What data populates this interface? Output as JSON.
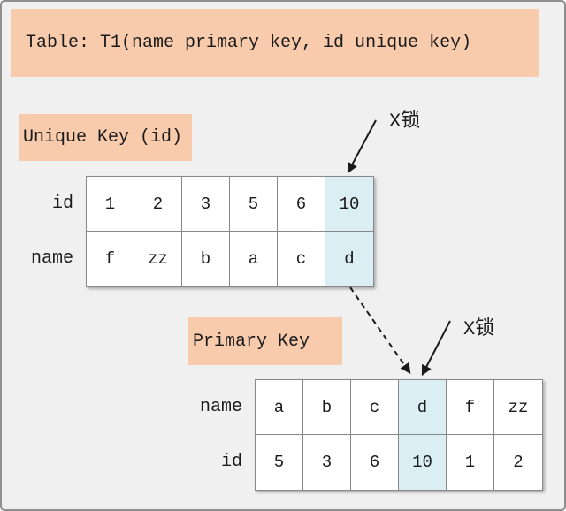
{
  "title": "Table: T1(name primary key, id unique key)",
  "sections": {
    "unique_key": {
      "heading": "Unique Key (id)"
    },
    "primary_key": {
      "heading": "Primary Key"
    }
  },
  "tables": [
    {
      "name": "unique-key-index",
      "rows": [
        {
          "label": "id",
          "cells": [
            "1",
            "2",
            "3",
            "5",
            "6",
            "10"
          ]
        },
        {
          "label": "name",
          "cells": [
            "f",
            "zz",
            "b",
            "a",
            "c",
            "d"
          ]
        }
      ],
      "highlighted_column": 5
    },
    {
      "name": "primary-key-index",
      "rows": [
        {
          "label": "name",
          "cells": [
            "a",
            "b",
            "c",
            "d",
            "f",
            "zz"
          ]
        },
        {
          "label": "id",
          "cells": [
            "5",
            "3",
            "6",
            "10",
            "1",
            "2"
          ]
        }
      ],
      "highlighted_column": 3
    }
  ],
  "annotations": {
    "x_lock_unique": "X锁",
    "x_lock_primary": "X锁"
  },
  "colors": {
    "banner_peach": "#f8cbad",
    "highlight_blue": "#daeef3",
    "background": "#f0f0f0",
    "table_border": "#888888"
  }
}
